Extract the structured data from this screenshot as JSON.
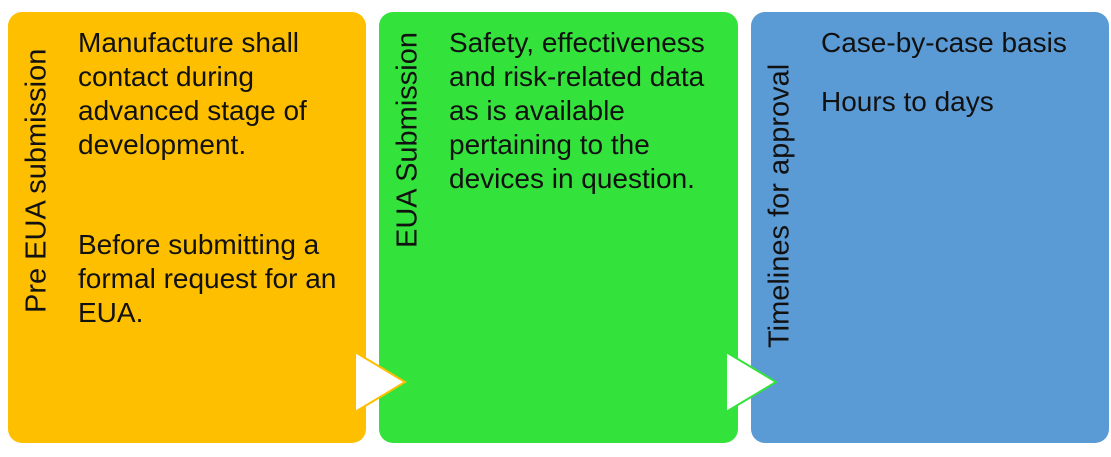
{
  "steps": [
    {
      "title": "Pre EUA submission",
      "paragraphs": [
        "Manufacture shall contact during advanced stage of development.",
        "Before submitting a formal request for an EUA."
      ]
    },
    {
      "title": "EUA Submission",
      "paragraphs": [
        "Safety, effectiveness and risk-related data as is available pertaining to the devices in question."
      ]
    },
    {
      "title": "Timelines for approval",
      "paragraphs": [
        "Case-by-case basis",
        "Hours to days"
      ]
    }
  ],
  "colors": {
    "step1": "#FDBF00",
    "step2": "#34E23C",
    "step3": "#5B9BD5",
    "arrow_fill": "#FFFFFF"
  }
}
